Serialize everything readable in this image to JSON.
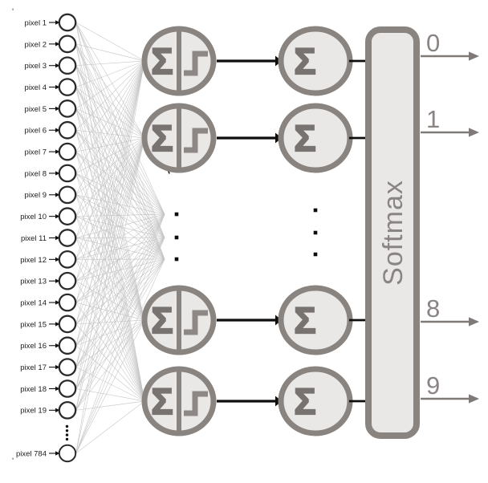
{
  "diagram": {
    "type": "neural-network",
    "input_layer": {
      "labels": [
        "pixel 1",
        "pixel 2",
        "pixel 3",
        "pixel 4",
        "pixel 5",
        "pixel 6",
        "pixel 7",
        "pixel 8",
        "pixel 9",
        "pixel 10",
        "pixel 11",
        "pixel 12",
        "pixel 13",
        "pixel 14",
        "pixel 15",
        "pixel 16",
        "pixel 17",
        "pixel 18",
        "pixel 19"
      ],
      "last_label": "pixel 784",
      "arrow_icon": "→",
      "ellipsis_dot_count": 4
    },
    "hidden_layer": {
      "sum_symbol": "Σ",
      "activation_icon": "step-function",
      "visible_neurons": 4,
      "ellipsis_dot_count": 3
    },
    "output_sum_layer": {
      "sum_symbol": "Σ",
      "visible_neurons": 4,
      "ellipsis_dot_count": 3
    },
    "softmax": {
      "label": "Softmax"
    },
    "outputs": [
      "0",
      "1",
      "8",
      "9"
    ],
    "stray_marks": [
      "'",
      "'"
    ],
    "colors": {
      "node_border": "#8a8480",
      "node_fill": "#e9e8e6",
      "sigma_glyph": "#787371",
      "step_glyph": "#8d8885",
      "input_border": "#2b2b2b",
      "input_fill": "#ffffff",
      "mesh_line": "#c3c3c3",
      "black_arrow": "#0d0d0d",
      "gray_arrow": "#7f7a78",
      "gray_label": "#8a8583",
      "text_dark": "#1c1c1c"
    }
  }
}
